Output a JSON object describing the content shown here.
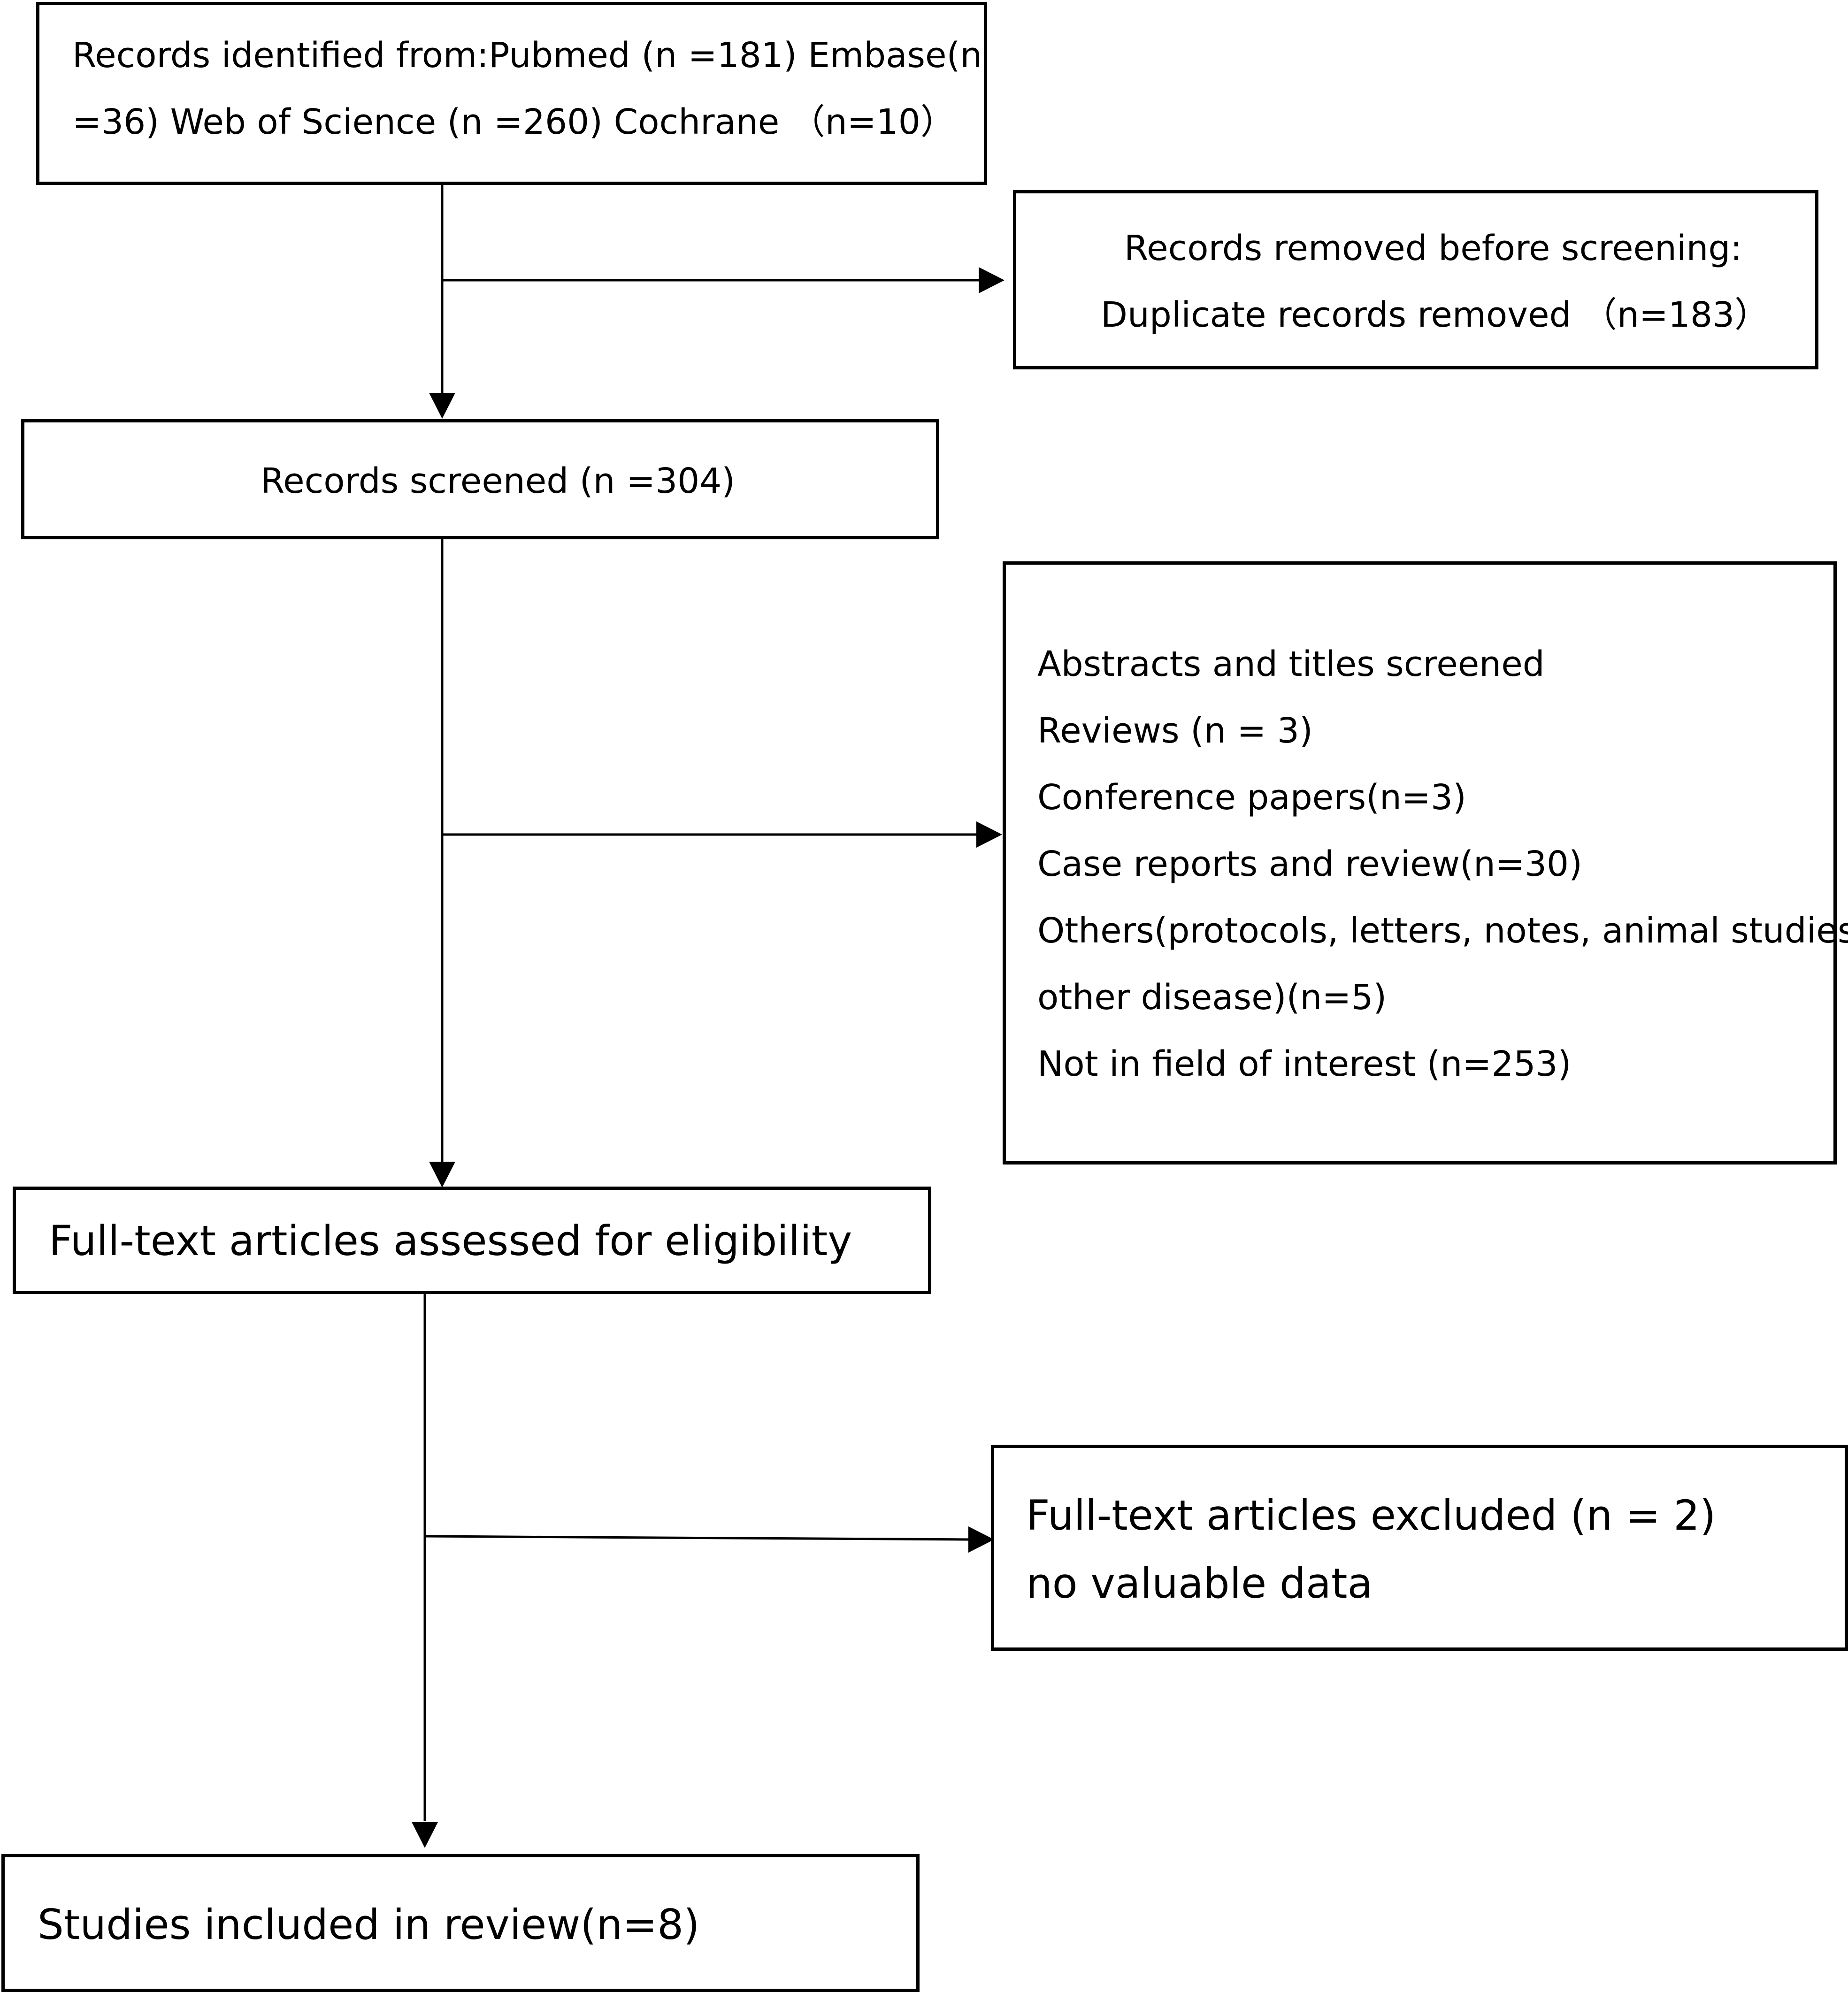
{
  "identification": {
    "line1": "Records  identified  from:Pubmed  (n  =181)  Embase(n",
    "line2": "=36)    Web  of  Science  (n  =260)  Cochrane  （n=10）"
  },
  "removed": {
    "line1": "Records removed before screening:",
    "line2": "Duplicate records removed （n=183）"
  },
  "screened": {
    "label": "Records screened (n =304)"
  },
  "excluded_screening": {
    "items": [
      "Abstracts and titles screened",
      "Reviews (n = 3)",
      "Conference papers(n=3)",
      "Case reports and review(n=30)",
      "Others(protocols, letters, notes, animal studies,",
      "other disease)(n=5)",
      "Not in field of interest (n=253)"
    ]
  },
  "eligibility": {
    "label": "Full-text articles assessed for eligibility"
  },
  "excluded_fulltext": {
    "line1": "Full-text articles excluded     (n = 2)",
    "line2": "no valuable data"
  },
  "included": {
    "label": "Studies included in review(n=8)"
  }
}
